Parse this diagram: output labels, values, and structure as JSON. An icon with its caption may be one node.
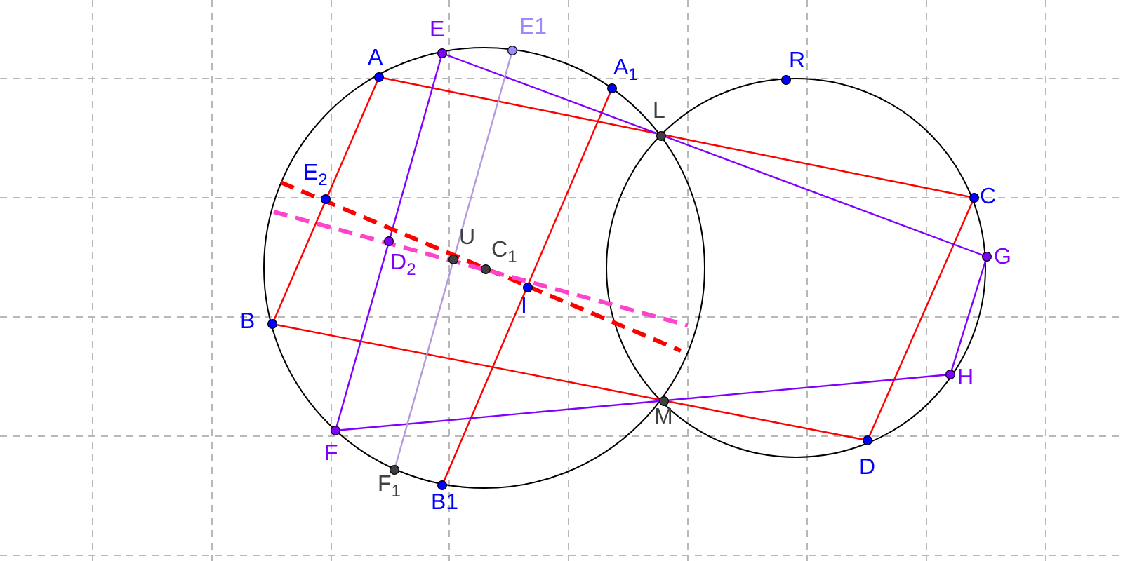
{
  "diagram": {
    "labels": [
      "E",
      "E1",
      "A",
      "A$_{1}$",
      "R",
      "L",
      "E$_{2}$",
      "C",
      "D$_{2}$",
      "U",
      "C$_{1}$",
      "G",
      "I",
      "B",
      "H",
      "F",
      "M",
      "F$_{1}$",
      "B1",
      "D"
    ]
  }
}
